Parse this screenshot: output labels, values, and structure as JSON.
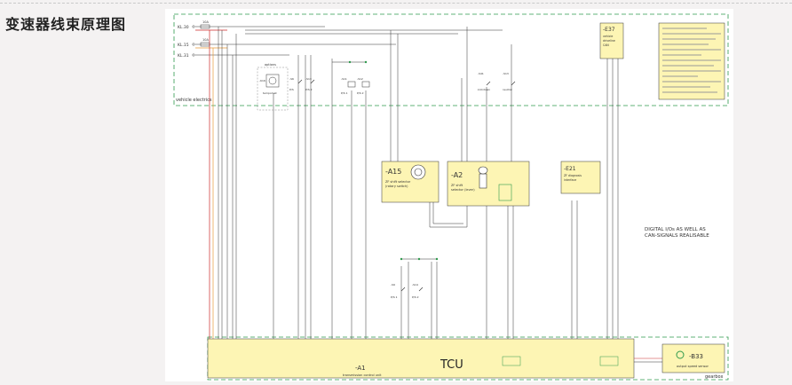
{
  "page": {
    "title": "变速器线束原理图"
  },
  "diagram": {
    "fuses": [
      {
        "label": "KL.30",
        "rating": "10A"
      },
      {
        "label": "KL.15",
        "rating": "10A"
      },
      {
        "label": "KL.31",
        "rating": ""
      }
    ],
    "vehicle_electrics": "vehicle electrics",
    "gearbox": "gearbox",
    "relay_box_label": "options",
    "tcu": {
      "title": "TCU",
      "ref": "-A1",
      "desc": "transmission control unit"
    },
    "a15": {
      "ref": "-A15",
      "desc1": "ZF shift selector",
      "desc2": "(rotary switch)"
    },
    "a2": {
      "ref": "-A2",
      "desc1": "ZF shift",
      "desc2": "selector (lever)"
    },
    "e21": {
      "ref": "-E21",
      "desc1": "ZF diagnosis",
      "desc2": "interface"
    },
    "e37": {
      "ref": "-E37",
      "desc1": "vehicle",
      "desc2": "driveline",
      "desc3": "CAN"
    },
    "b33": {
      "ref": "-B33",
      "desc": "output speed sensor"
    },
    "note_line1": "DIGITAL I/Os AS WELL AS",
    "note_line2": "CAN-SIGNALS REALISABLE",
    "switches": [
      {
        "ref": "-S6",
        "desc": "P/S"
      },
      {
        "ref": "-S13",
        "desc": "P/S 2"
      },
      {
        "ref": "-S11",
        "desc": "P/S 1"
      },
      {
        "ref": "-S12",
        "desc": "P/S 2"
      },
      {
        "ref": "-S41",
        "desc": "kickdown"
      },
      {
        "ref": "-S13",
        "desc": "neutral"
      }
    ],
    "lower_switches": [
      {
        "ref": "-S9",
        "desc": "P/S 1"
      },
      {
        "ref": "-S14",
        "desc": "P/S 2"
      }
    ],
    "upper_device": {
      "ref": "-K16",
      "desc": "tempomat"
    }
  },
  "colors": {
    "yellow": "#fdf5b4",
    "dashed_green": "#2f9a4d",
    "wire_red": "#cc2a2a",
    "wire_orange": "#e89a3a",
    "wire_dark": "#333333"
  }
}
